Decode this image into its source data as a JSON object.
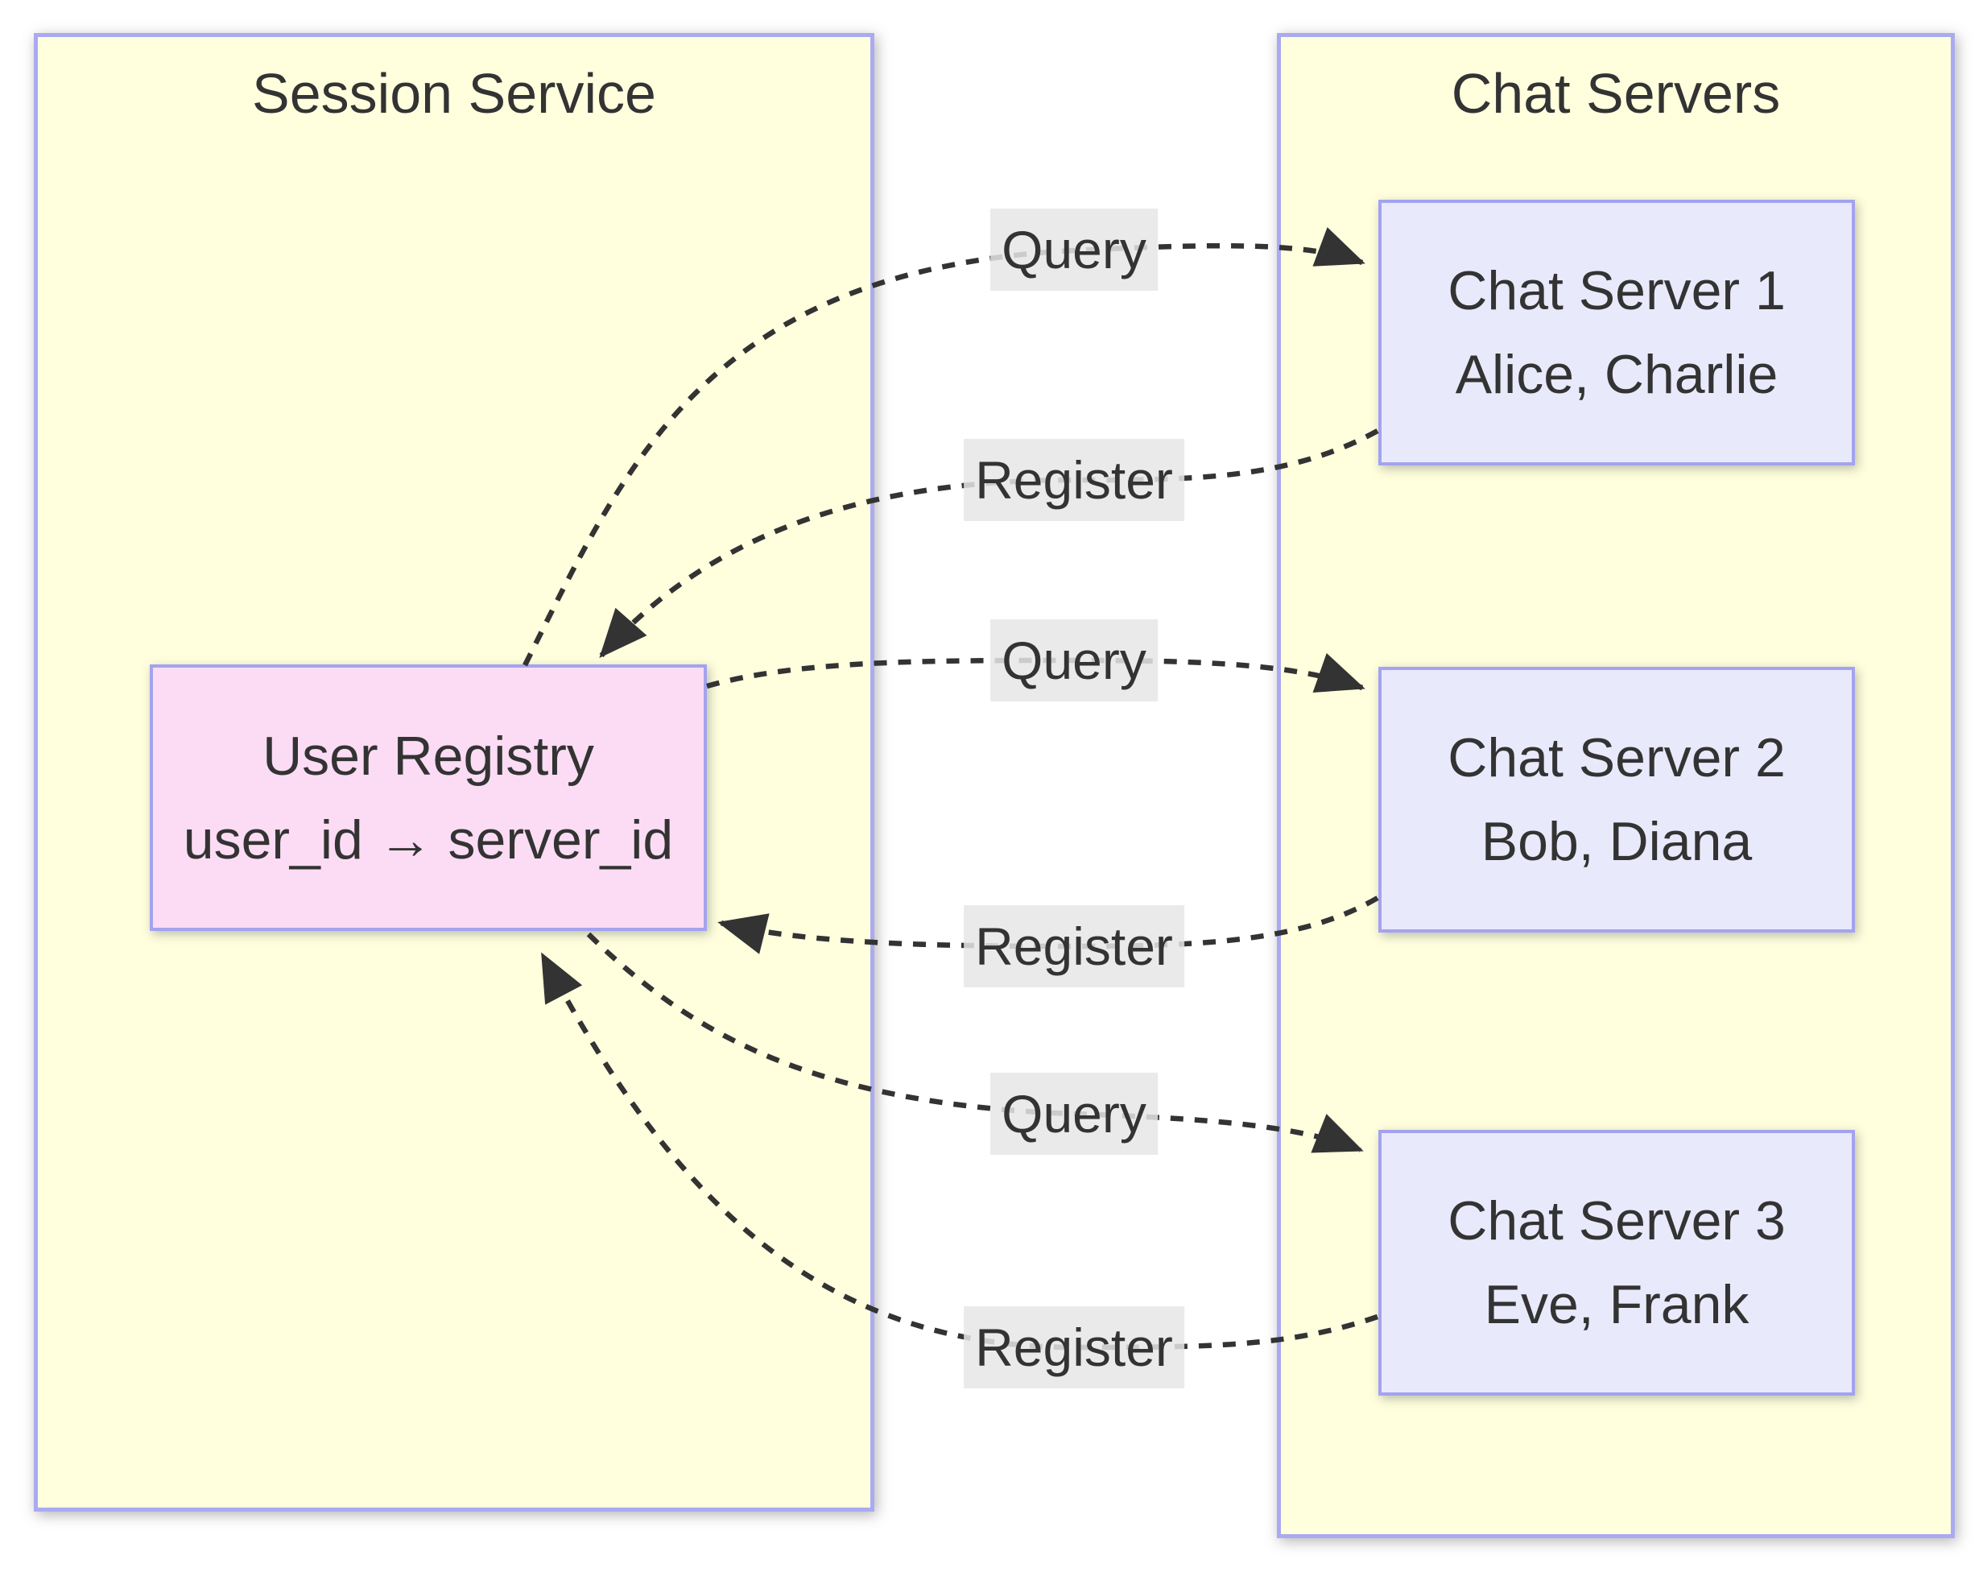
{
  "containers": {
    "session": {
      "title": "Session Service"
    },
    "chat": {
      "title": "Chat Servers"
    }
  },
  "nodes": {
    "registry": {
      "title": "User Registry",
      "mapping": "user_id → server_id"
    },
    "servers": [
      {
        "title": "Chat Server 1",
        "users": "Alice, Charlie"
      },
      {
        "title": "Chat Server 2",
        "users": "Bob, Diana"
      },
      {
        "title": "Chat Server 3",
        "users": "Eve, Frank"
      }
    ]
  },
  "edges": [
    {
      "label": "Query",
      "from": "User Registry",
      "to": "Chat Server 1",
      "style": "dashed"
    },
    {
      "label": "Register",
      "from": "Chat Server 1",
      "to": "User Registry",
      "style": "dashed"
    },
    {
      "label": "Query",
      "from": "User Registry",
      "to": "Chat Server 2",
      "style": "dashed"
    },
    {
      "label": "Register",
      "from": "Chat Server 2",
      "to": "User Registry",
      "style": "dashed"
    },
    {
      "label": "Query",
      "from": "User Registry",
      "to": "Chat Server 3",
      "style": "dashed"
    },
    {
      "label": "Register",
      "from": "Chat Server 3",
      "to": "User Registry",
      "style": "dashed"
    }
  ],
  "colors": {
    "container_fill": "#ffffde",
    "container_border": "#aaaaf2",
    "server_fill": "#e9e9fc",
    "server_border": "#a3a3ef",
    "registry_fill": "#fbdcf4",
    "registry_border": "#a3a3ef",
    "edge_label_bg": "#e6e6e6",
    "edge_line": "#333333",
    "text": "#333333",
    "page_bg": "#ffffff"
  }
}
